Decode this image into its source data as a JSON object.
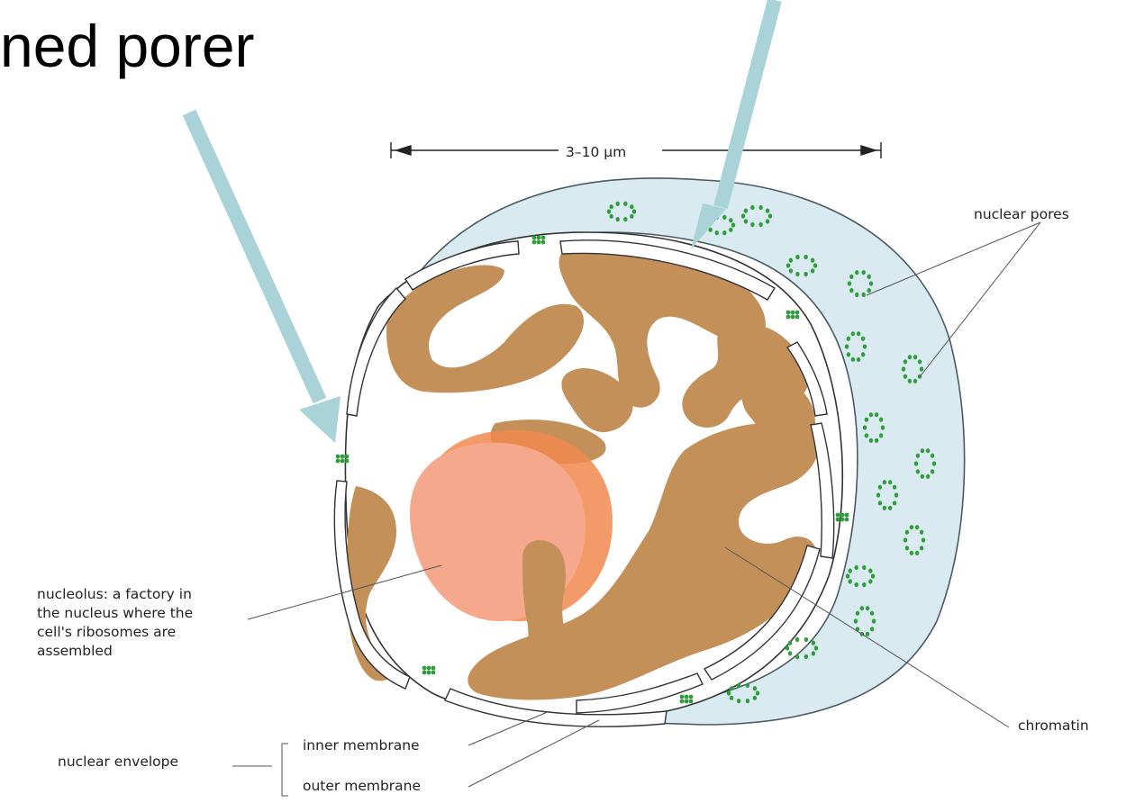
{
  "title": "ned porer",
  "scale": {
    "label": "3–10 µm"
  },
  "labels": {
    "nuclear_pores": "nuclear pores",
    "nucleolus_lines": [
      "nucleolus: a factory in",
      "the nucleus where the",
      "cell's ribosomes are",
      "assembled"
    ],
    "chromatin": "chromatin",
    "nuclear_envelope": "nuclear envelope",
    "inner_membrane": "inner membrane",
    "outer_membrane": "outer membrane"
  },
  "colors": {
    "envelope_fill": "#d9ebf1",
    "envelope_stroke": "#4b5a62",
    "chromatin": "#c4905a",
    "nucleolus": "#f6a88c",
    "nucleolus_core": "#f08a4f",
    "pore_dots": "#2f9e3a",
    "pointer_arrows": "#a9d3d8"
  },
  "icons": [
    "pointer-arrow",
    "scale-bar-arrow"
  ]
}
